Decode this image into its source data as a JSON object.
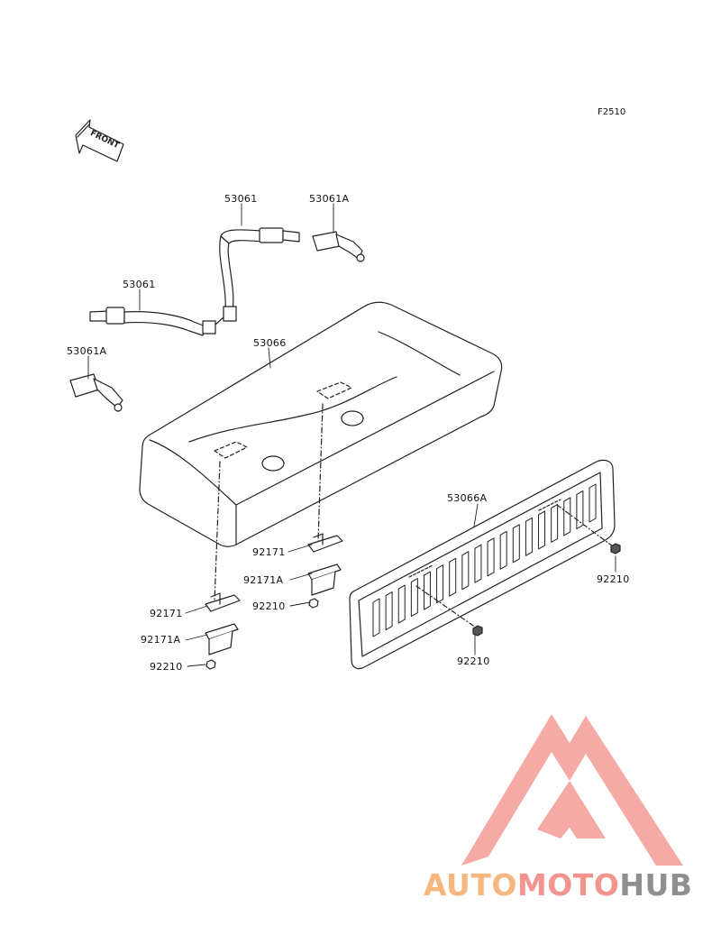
{
  "figure_code": "F2510",
  "front_arrow_label": "FRONT",
  "labels": {
    "belt_right_upper": "53061",
    "buckle_right": "53061A",
    "belt_left": "53061",
    "buckle_left": "53061A",
    "seat_cushion": "53066",
    "backrest": "53066A",
    "bracket_right": "92171",
    "bracket_plate_right": "92171A",
    "nut_right_bracket": "92210",
    "bracket_left": "92171",
    "bracket_plate_left": "92171A",
    "nut_left_bracket": "92210",
    "nut_backrest_right": "92210",
    "nut_backrest_center": "92210"
  },
  "watermark": {
    "part1": "AUTO",
    "part2": "MOTO",
    "part3": "HUB",
    "colors": {
      "part1": "#f6b77e",
      "part2": "#f2958e",
      "part3": "#8f8f8f",
      "logo": "#f4a19b"
    }
  }
}
